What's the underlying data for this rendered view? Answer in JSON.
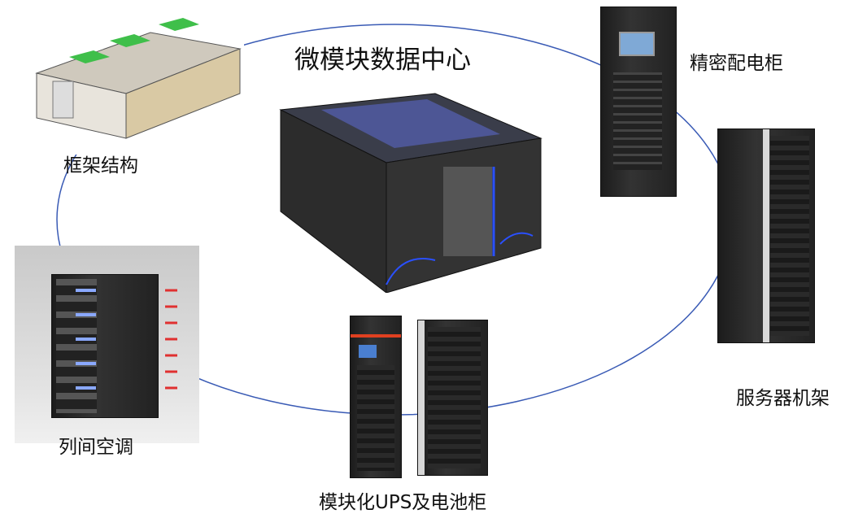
{
  "title": "微模块数据中心",
  "components": {
    "frame": "框架结构",
    "pdu": "精密配电柜",
    "server_rack": "服务器机架",
    "ups": "模块化UPS及电池柜",
    "inrow_ac": "列间空调"
  },
  "colors": {
    "ring": "#3a5bb5",
    "accent_blue": "#2a50ff",
    "cabinet": "#222222"
  }
}
